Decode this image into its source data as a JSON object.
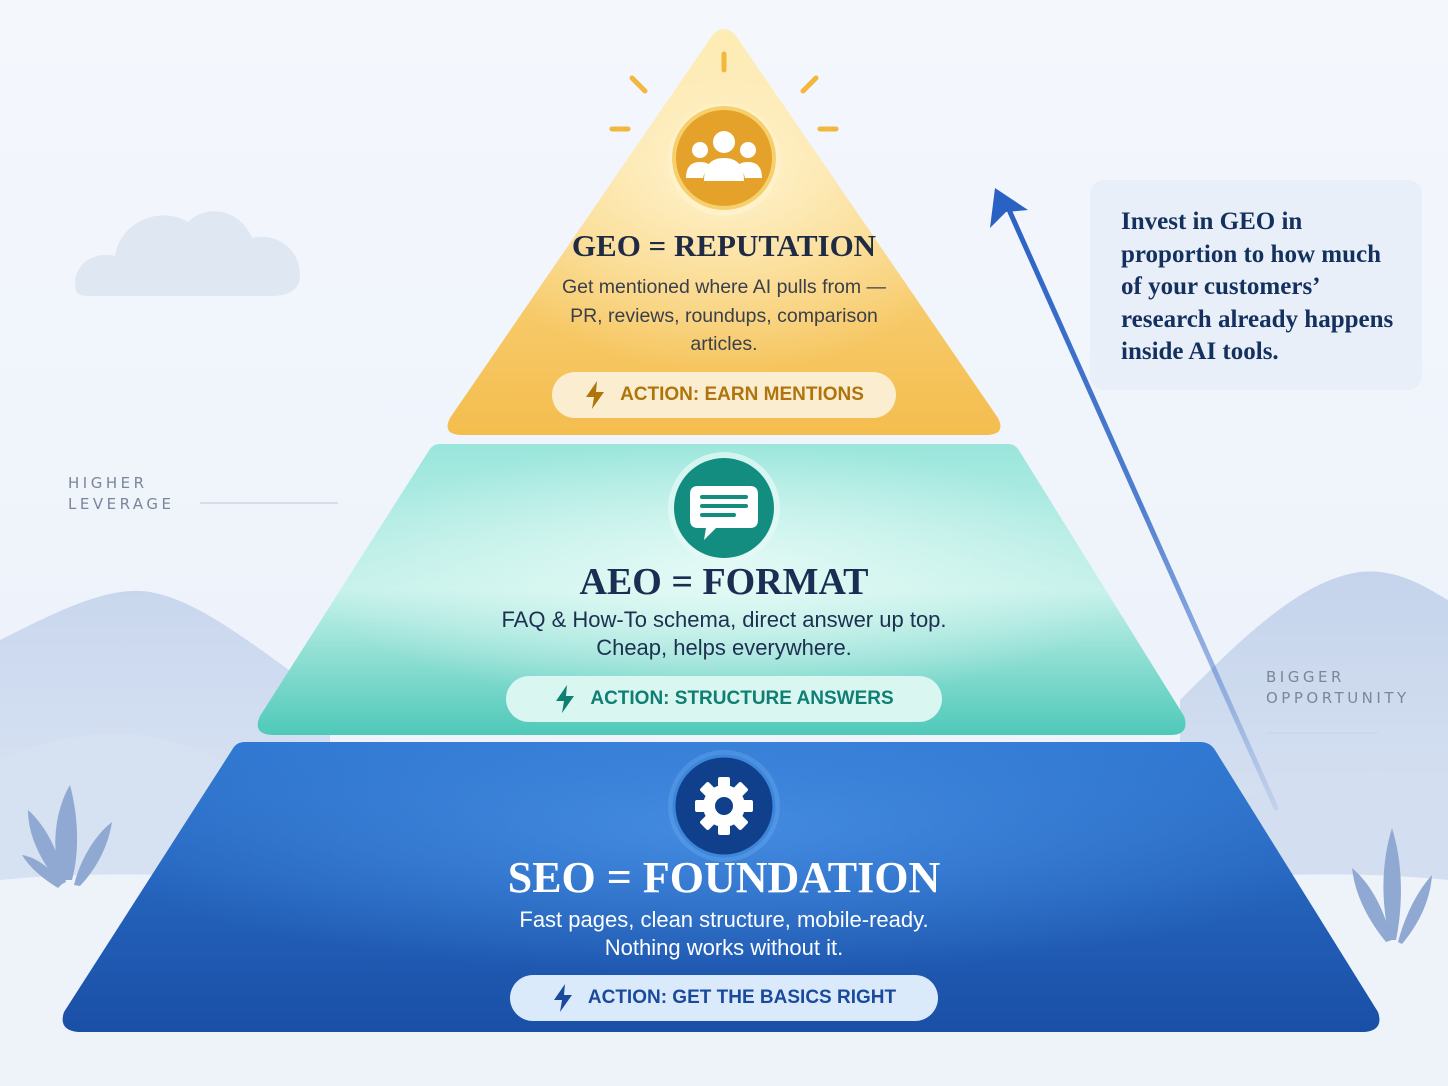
{
  "tiers": [
    {
      "id": "geo",
      "title": "GEO = REPUTATION",
      "description": "Get mentioned where AI pulls from —\nPR, reviews, roundups, comparison\narticles.",
      "action": "ACTION: EARN MENTIONS",
      "icon": "people-icon",
      "color": "#f6c760"
    },
    {
      "id": "aeo",
      "title": "AEO = FORMAT",
      "description": "FAQ & How-To schema, direct answer up top.\nCheap, helps everywhere.",
      "action": "ACTION: STRUCTURE ANSWERS",
      "icon": "chat-icon",
      "color": "#5fd3c4"
    },
    {
      "id": "seo",
      "title": "SEO = FOUNDATION",
      "description": "Fast pages, clean structure, mobile-ready.\nNothing works without it.",
      "action": "ACTION: GET THE BASICS RIGHT",
      "icon": "gear-icon",
      "color": "#1f5fbf"
    }
  ],
  "side_labels": {
    "left": "HIGHER\nLEVERAGE",
    "right": "BIGGER\nOPPORTUNITY"
  },
  "callout": "Invest in GEO in proportion to how much of your customers’ research already happens inside AI tools.",
  "colors": {
    "geo_accent": "#b0740c",
    "aeo_accent": "#0f7f74",
    "seo_accent": "#1a4a9c",
    "arrow": "#2a62c4",
    "callout_text": "#14305e"
  }
}
